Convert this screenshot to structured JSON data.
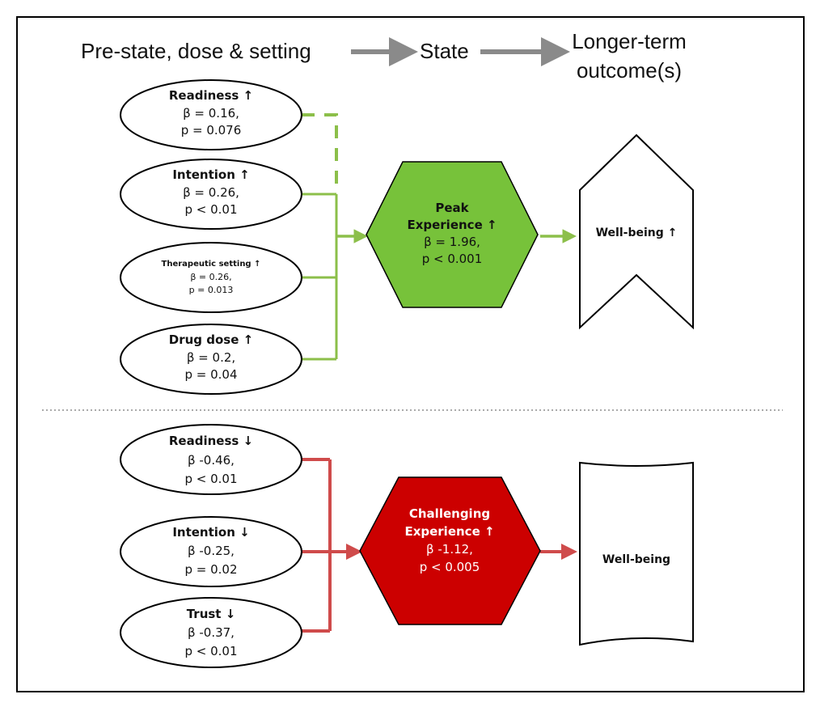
{
  "header": {
    "stage1": "Pre-state, dose & setting",
    "stage2": "State",
    "stage3_line1": "Longer-term",
    "stage3_line2": "outcome(s)"
  },
  "top": {
    "inputs": [
      {
        "name": "Readiness ↑",
        "beta": "β = 0.16,",
        "p": "p = 0.076"
      },
      {
        "name": "Intention ↑",
        "beta": "β = 0.26,",
        "p": "p < 0.01"
      },
      {
        "name": "Therapeutic setting ↑",
        "beta": "β = 0.26,",
        "p": "p = 0.013"
      },
      {
        "name": "Drug dose ↑",
        "beta": "β = 0.2,",
        "p": "p = 0.04"
      }
    ],
    "state": {
      "line1": "Peak",
      "line2": "Experience ↑",
      "beta": "β = 1.96,",
      "p": "p < 0.001"
    },
    "outcome": "Well-being ↑"
  },
  "bottom": {
    "inputs": [
      {
        "name": "Readiness ↓",
        "beta": "β -0.46,",
        "p": "p < 0.01"
      },
      {
        "name": "Intention ↓",
        "beta": "β -0.25,",
        "p": "p = 0.02"
      },
      {
        "name": "Trust ↓",
        "beta": "β -0.37,",
        "p": "p < 0.01"
      }
    ],
    "state": {
      "line1": "Challenging",
      "line2": "Experience ↑",
      "beta": "β -1.12,",
      "p": "p < 0.005"
    },
    "outcome": "Well-being"
  },
  "colors": {
    "green_line": "#8cbf4a",
    "green_fill": "#77c23a",
    "red_line": "#cf4b4b",
    "red_fill": "#cc0000",
    "arrow_grey": "#8a8a8a"
  }
}
